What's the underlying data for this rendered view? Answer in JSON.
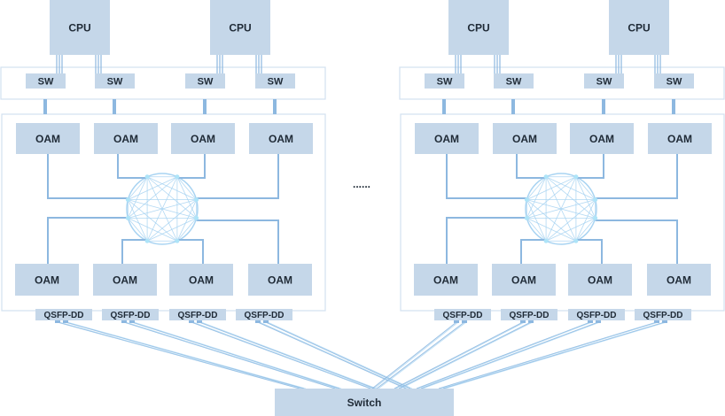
{
  "colors": {
    "box_fill": "#c5d7e9",
    "frame_stroke": "#d3e1ef",
    "link": "#8db8e0",
    "mesh": "#a9d4f2",
    "mesh_node": "#aee4f8"
  },
  "nodes": [
    {
      "cpus": [
        "CPU",
        "CPU"
      ],
      "switches": [
        "SW",
        "SW",
        "SW",
        "SW"
      ],
      "oam_top": [
        "OAM",
        "OAM",
        "OAM",
        "OAM"
      ],
      "oam_bottom": [
        "OAM",
        "OAM",
        "OAM",
        "OAM"
      ],
      "ports": [
        "QSFP-DD",
        "QSFP-DD",
        "QSFP-DD",
        "QSFP-DD"
      ]
    },
    {
      "cpus": [
        "CPU",
        "CPU"
      ],
      "switches": [
        "SW",
        "SW",
        "SW",
        "SW"
      ],
      "oam_top": [
        "OAM",
        "OAM",
        "OAM",
        "OAM"
      ],
      "oam_bottom": [
        "OAM",
        "OAM",
        "OAM",
        "OAM"
      ],
      "ports": [
        "QSFP-DD",
        "QSFP-DD",
        "QSFP-DD",
        "QSFP-DD"
      ]
    }
  ],
  "ellipsis": "......",
  "switch_label": "Switch"
}
